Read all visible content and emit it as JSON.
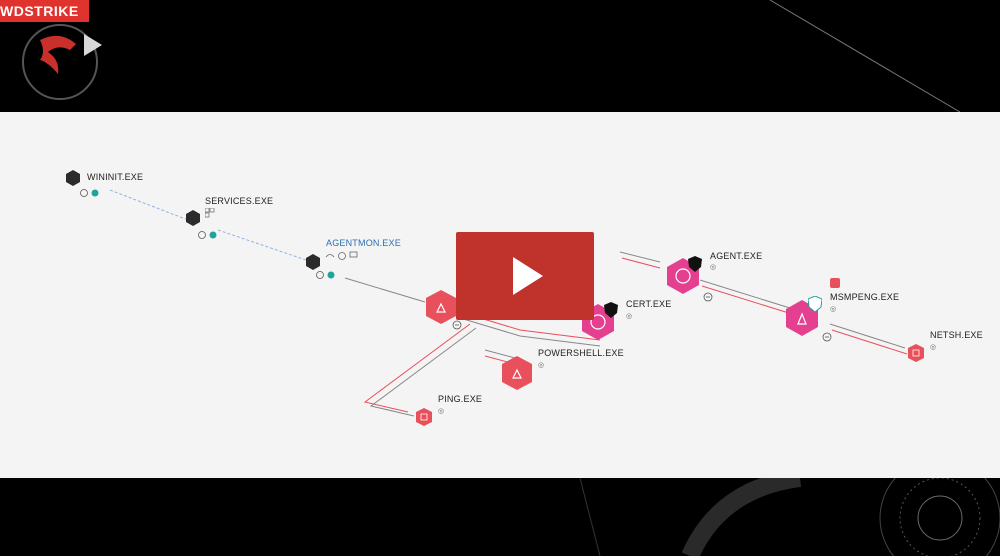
{
  "brand": {
    "name": "WDSTRIKE"
  },
  "video": {
    "play_icon": "play-icon"
  },
  "processes": [
    {
      "id": "wininit",
      "label": "WININIT.EXE"
    },
    {
      "id": "services",
      "label": "SERVICES.EXE"
    },
    {
      "id": "agentmon",
      "label": "AGENTMON.EXE"
    },
    {
      "id": "agent",
      "label": "AGENT.EXE"
    },
    {
      "id": "cert",
      "label": "CERT.EXE"
    },
    {
      "id": "powershell",
      "label": "POWERSHELL.EXE"
    },
    {
      "id": "msmpeng",
      "label": "MSMPENG.EXE"
    },
    {
      "id": "netsh",
      "label": "NETSH.EXE"
    },
    {
      "id": "ping",
      "label": "PING.EXE"
    }
  ],
  "colors": {
    "brand_red": "#e0332d",
    "node_dark": "#2b2b2b",
    "node_pink": "#e5408f",
    "node_red": "#e8505b",
    "teal": "#1fa39a",
    "link_blue": "#8fb3e0",
    "link_red": "#e8505b",
    "link_gray": "#888888"
  }
}
